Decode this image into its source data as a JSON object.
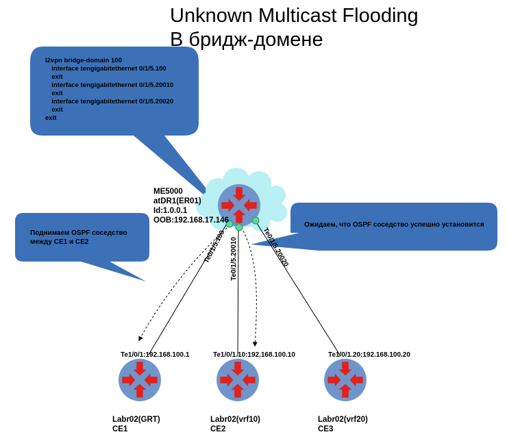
{
  "title": {
    "line1": "Unknown Multicast Flooding",
    "line2": "В бридж-домене"
  },
  "config_callout": {
    "lines": [
      "l2vpn bridge-domain 100",
      "  interface tengigabitethernet 0/1/5.100",
      "  exit",
      "  interface tengigabitethernet 0/1/5.20010",
      "  exit",
      "  interface tengigabitethernet 0/1/5.20020",
      "  exit",
      "exit"
    ]
  },
  "left_callout": {
    "lines": [
      "Поднимаем OSPF соседство",
      "между CE1 и CE2"
    ]
  },
  "right_callout": {
    "text": "Ожидаем, что OSPF соседство успешно установится"
  },
  "core_router": {
    "info": [
      "ME5000",
      "atDR1(ER01)",
      "Id:1.0.0.1",
      "OOB:192.168.17.146"
    ],
    "icon": "router-icon"
  },
  "links": {
    "te_100": "Te0/1/5.100",
    "te_20010": "Te0/1/5.20010",
    "te_20020": "Te0/1/5.20020"
  },
  "ce_routers": [
    {
      "iface": "Te1/0/1:192.168.100.1",
      "name": "Labr02(GRT)",
      "role": "CE1"
    },
    {
      "iface": "Te1/0/1.10:192.168.100.10",
      "name": "Labr02(vrf10)",
      "role": "CE2"
    },
    {
      "iface": "Te1/0/1.20:192.168.100.20",
      "name": "Labr02(vrf20)",
      "role": "CE3"
    }
  ],
  "colors": {
    "router_fill": "#6f95cb",
    "arrow_red": "#e0211d",
    "callout_fill": "#3c71b8",
    "cloud_fill": "#b9f0f4",
    "port_green": "#59d9a4"
  }
}
